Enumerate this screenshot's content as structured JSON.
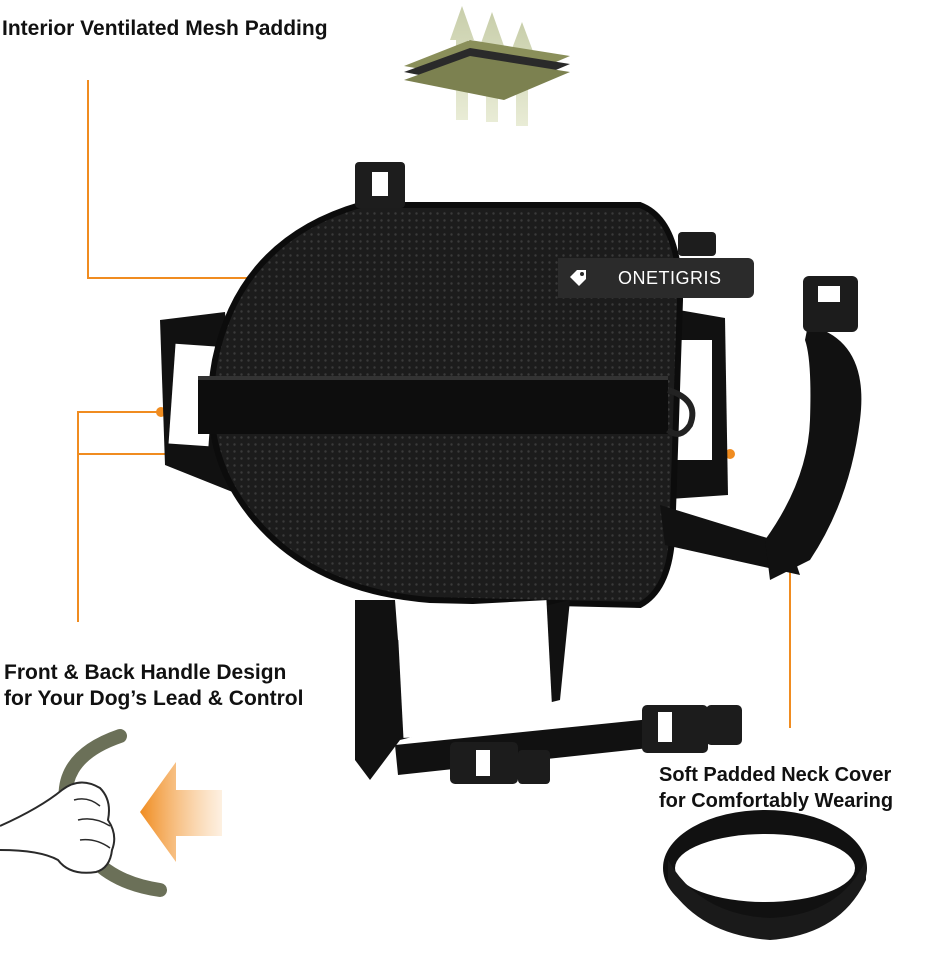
{
  "callouts": {
    "mesh": "Interior Ventilated Mesh Padding",
    "handle_line1": "Front & Back Handle Design",
    "handle_line2": "for Your Dog’s Lead & Control",
    "neck_line1": "Soft Padded Neck Cover",
    "neck_line2": "for Comfortably Wearing"
  },
  "brand": {
    "name": "ONETIGRIS",
    "icon": "tag-icon"
  },
  "colors": {
    "callout_line": "#f08c20",
    "vest": "#1a1a1a",
    "mesh_layer": "#8a8f5a"
  }
}
